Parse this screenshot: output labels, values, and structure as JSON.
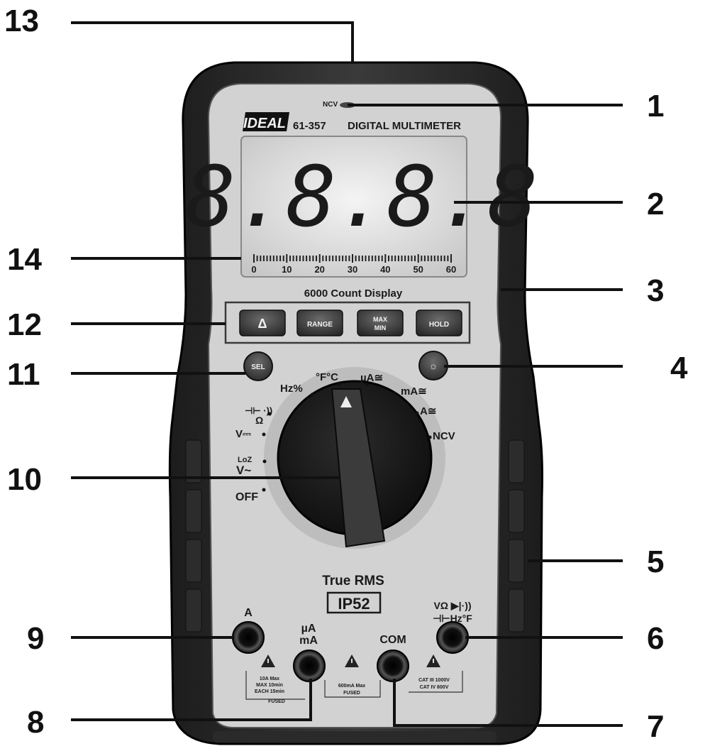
{
  "device": {
    "brand": "IDEAL",
    "model": "61-357",
    "title": "DIGITAL MULTIMETER",
    "ncv_indicator": "NCV",
    "display_digits": "8.8.8.8",
    "count_display": "6000 Count Display",
    "bargraph_ticks": [
      "0",
      "10",
      "20",
      "30",
      "40",
      "50",
      "60"
    ],
    "buttons": {
      "relative": "Δ",
      "range": "RANGE",
      "maxmin_top": "MAX",
      "maxmin_bottom": "MIN",
      "hold": "HOLD",
      "select": "SEL",
      "backlight": "☼"
    },
    "dial_positions": {
      "off": "OFF",
      "loz_top": "LoZ",
      "loz_bottom": "V~",
      "vdc": "V⎓",
      "ohm_top": "⊣⊢ ·))",
      "ohm_bottom": "Ω",
      "hz": "Hz%",
      "temp": "°F°C",
      "ua": "µA≅",
      "ma": "mA≅",
      "a": "A≅",
      "ncv": "NCV"
    },
    "true_rms": "True RMS",
    "ip_rating": "IP52",
    "jacks": {
      "a": "A",
      "ua_top": "µA",
      "ua_bottom": "mA",
      "com": "COM",
      "v_top": "VΩ ▶|·))",
      "v_bottom": "⊣⊢Hz°F"
    },
    "fuse_left": [
      "10A Max",
      "MAX 10min",
      "EACH 15min",
      "FUSED"
    ],
    "fuse_mid": [
      "600mA Max",
      "FUSED"
    ],
    "cat_rating": [
      "CAT III 1000V",
      "CAT IV 600V"
    ]
  },
  "callouts": [
    "1",
    "2",
    "3",
    "4",
    "5",
    "6",
    "7",
    "8",
    "9",
    "10",
    "11",
    "12",
    "13",
    "14"
  ]
}
